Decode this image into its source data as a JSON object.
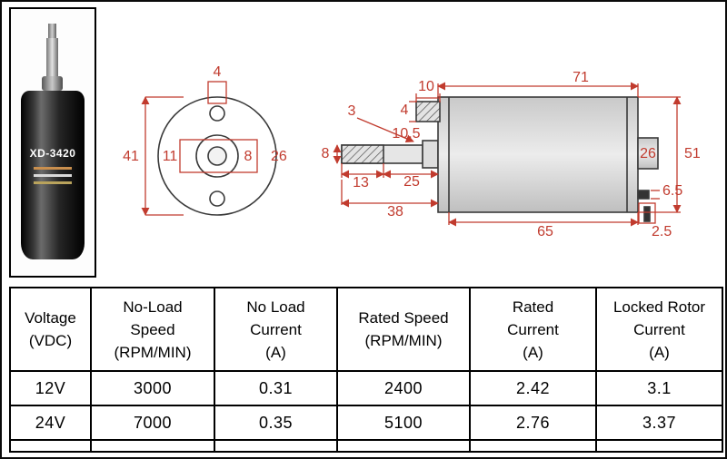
{
  "product": {
    "model": "XD-3420"
  },
  "colors": {
    "dimension_red": "#c13b2e",
    "line": "#3a3a3a"
  },
  "front_view": {
    "hole_dia": "4",
    "outer_dia": "41",
    "hub_dia": "11",
    "shaft_hole": "8",
    "hub_width": "26"
  },
  "side_view": {
    "total_length": "71",
    "boss_width": "10",
    "boss_height": "4",
    "keyway": "3",
    "collar_dia": "10.5",
    "shaft_dia": "8",
    "shaft_front_len": "13",
    "shaft_rear_len": "25",
    "shaft_total_len": "38",
    "case_length": "65",
    "rear_boss_dia": "26",
    "body_dia": "51",
    "terminal": "6.5",
    "pin": "2.5"
  },
  "table": {
    "headers": [
      {
        "lines": [
          "Voltage",
          "(VDC)"
        ]
      },
      {
        "lines": [
          "No-Load",
          "Speed",
          "(RPM/MIN)"
        ]
      },
      {
        "lines": [
          "No Load",
          "Current",
          "(A)"
        ]
      },
      {
        "lines": [
          "Rated Speed",
          "(RPM/MIN)"
        ]
      },
      {
        "lines": [
          "Rated",
          "Current",
          "(A)"
        ]
      },
      {
        "lines": [
          "Locked Rotor",
          "Current",
          "(A)"
        ]
      }
    ],
    "rows": [
      [
        "12V",
        "3000",
        "0.31",
        "2400",
        "2.42",
        "3.1"
      ],
      [
        "24V",
        "7000",
        "0.35",
        "5100",
        "2.76",
        "3.37"
      ]
    ]
  }
}
